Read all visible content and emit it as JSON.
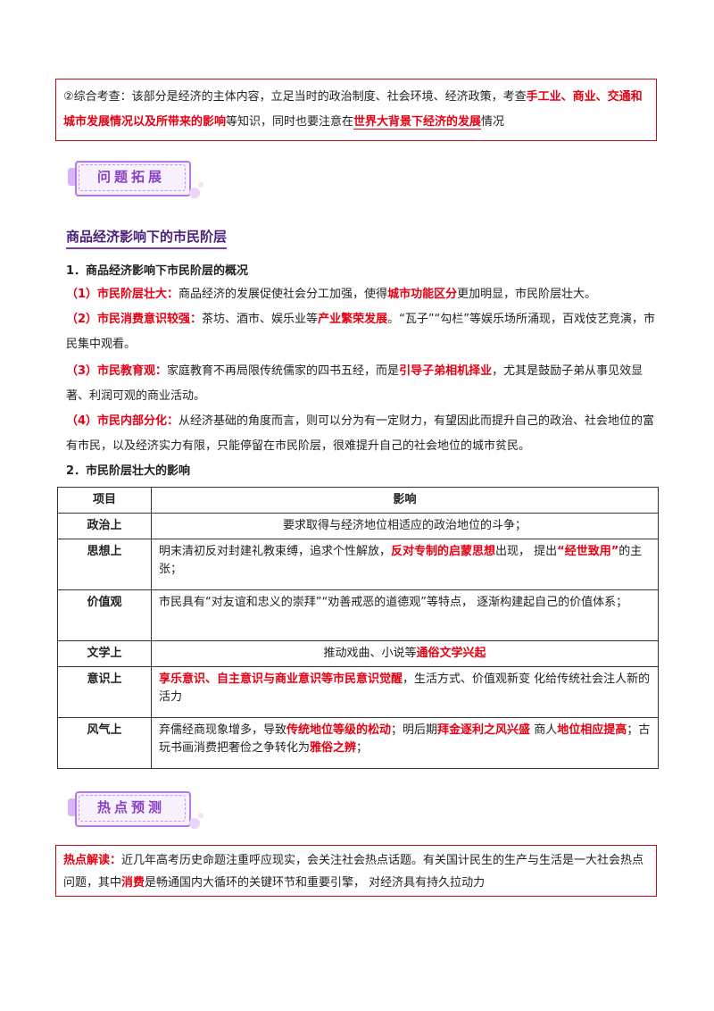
{
  "top_box": {
    "p1": "②综合考查：该部分是经济的主体内容，立足当时的政治制度、社会环境、经济政策，考查",
    "r1": "手工业、商业、交通和城市发展情况以及所带来的影响",
    "p2": "等知识，同时也要注意在",
    "r2": "世界大背景下经济的发展",
    "p3": "情况"
  },
  "badge1": "问题拓展",
  "section_title": "商品经济影响下的市民阶层",
  "sub1": "1．商品经济影响下市民阶层的概况",
  "items": [
    {
      "head": "（1）市民阶层壮大：",
      "t1": "商品经济的发展促使社会分工加强，使得",
      "r1": "城市功能区分",
      "t2": "更加明显，市民阶层壮大。"
    },
    {
      "head": "（2）市民消费意识较强：",
      "t1": "茶坊、酒市、娱乐业等",
      "r1": "产业繁荣发展",
      "t2": "。“瓦子”“勾栏”等娱乐场所涌现，百戏伎艺竞演，市民集中观看。"
    },
    {
      "head": "（3）市民教育观：",
      "t1": "家庭教育不再局限传统儒家的四书五经，而是",
      "r1": "引导子弟相机择业",
      "t2": "，尤其是鼓励子弟从事见效显著、利润可观的商业活动。"
    },
    {
      "head": "（4）市民内部分化：",
      "t1": "从经济基础的角度而言，则可以分为有一定财力，有望因此而提升自己的政治、社会地位的富有市民，以及经济实力有限，只能停留在市民阶层，很难提升自己的社会地位的城市贫民。",
      "r1": "",
      "t2": ""
    }
  ],
  "sub2": "2．市民阶层壮大的影响",
  "table": {
    "h1": "项目",
    "h2": "影响",
    "rows": [
      {
        "k": "政治上",
        "a": "要求取得与经济地位相适应的政治地位的斗争；"
      },
      {
        "k": "思想上",
        "a": "明末清初反对封建礼教束缚，追求个性解放，",
        "b": "反对专制的启蒙思想",
        "c": "出现，  提出",
        "d": "“经世致用”",
        "e": "的主张；"
      },
      {
        "k": "价值观",
        "a": "市民具有“对友谊和忠义的崇拜”“劝善戒恶的道德观”等特点，  逐渐构建起自己的价值体系；"
      },
      {
        "k": "文学上",
        "a": "推动戏曲、小说等",
        "b": "通俗文学兴起"
      },
      {
        "k": "意识上",
        "b": "享乐意识、自主意识与商业意识等市民意识觉醒",
        "a": "，生活方式、价值观新变  化给传统社会注人新的活力"
      },
      {
        "k": "风气上",
        "a": "弃儒经商现象增多，导致",
        "b": "传统地位等级的松动",
        "c": "；明后期",
        "d": "拜金逐利之风兴盛",
        "e": "  商人",
        "f": "地位相应提高",
        "g": "；古玩书画消费把奢俭之争转化为",
        "h": "雅俗之辨",
        "i": "；"
      }
    ]
  },
  "badge2": "热点预测",
  "bottom_box": {
    "head": "热点解读：",
    "t1": "近几年高考历史命题注重呼应现实，会关注社会热点话题。有关国计民生的生产与生活是一大社会热点问题，其中",
    "r1": "消费",
    "t2": "是畅通国内大循环的关键环节和重要引擎，  对经济具有持久拉动力"
  }
}
